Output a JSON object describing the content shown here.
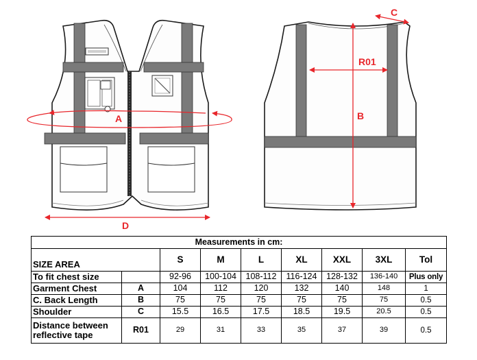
{
  "dimension_labels": {
    "a": "A",
    "b": "B",
    "c": "C",
    "d": "D",
    "r01": "R01"
  },
  "colors": {
    "accent": "#e8262b",
    "tape": "#7a7a7a",
    "outline": "#1a1a1a"
  },
  "table": {
    "caption": "Measurements in cm:",
    "header_label": "SIZE AREA",
    "sizes": [
      "S",
      "M",
      "L",
      "XL",
      "XXL",
      "3XL"
    ],
    "tol_header": "Tol",
    "rows": [
      {
        "label": "To fit chest size",
        "code": "",
        "values": [
          "92-96",
          "100-104",
          "108-112",
          "116-124",
          "128-132",
          "136-140"
        ],
        "tol": "Plus only"
      },
      {
        "label": "Garment Chest",
        "code": "A",
        "values": [
          "104",
          "112",
          "120",
          "132",
          "140",
          "148"
        ],
        "tol": "1"
      },
      {
        "label": "C. Back Length",
        "code": "B",
        "values": [
          "75",
          "75",
          "75",
          "75",
          "75",
          "75"
        ],
        "tol": "0.5"
      },
      {
        "label": "Shoulder",
        "code": "C",
        "values": [
          "15.5",
          "16.5",
          "17.5",
          "18.5",
          "19.5",
          "20.5"
        ],
        "tol": "0.5"
      },
      {
        "label_line1": "Distance between",
        "label_line2": "reflective tape",
        "code": "R01",
        "values": [
          "29",
          "31",
          "33",
          "35",
          "37",
          "39"
        ],
        "tol": "0.5"
      }
    ]
  }
}
